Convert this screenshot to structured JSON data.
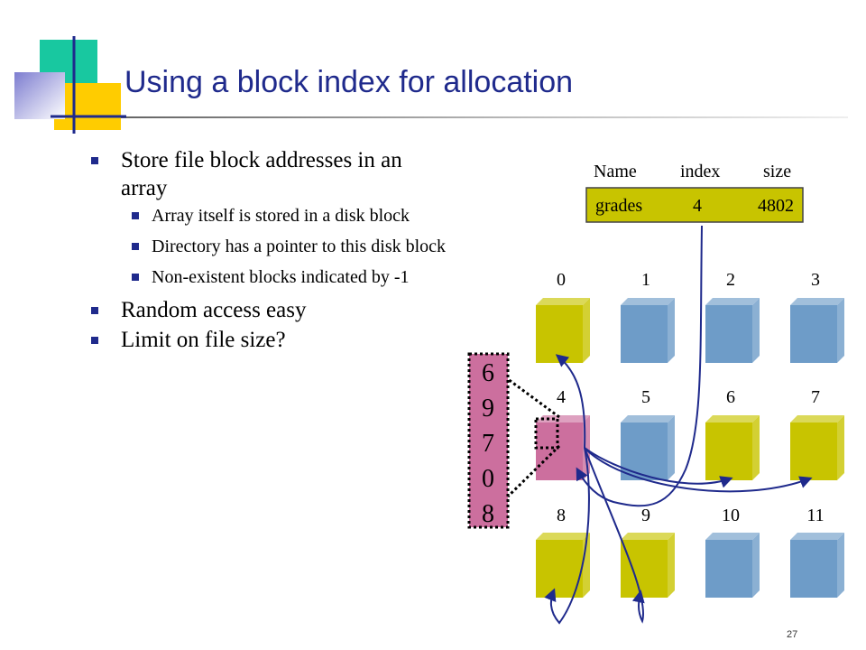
{
  "slide": {
    "title": "Using a block index for allocation",
    "page_number": "27"
  },
  "bullets": [
    {
      "level": 1,
      "text": "Store file block addresses in an array"
    },
    {
      "level": 2,
      "text": "Array itself is stored in a disk block"
    },
    {
      "level": 2,
      "text": "Directory has a pointer to this disk block"
    },
    {
      "level": 2,
      "text": "Non-existent blocks indicated by -1"
    },
    {
      "level": 1,
      "text": "Random access easy"
    },
    {
      "level": 1,
      "text": "Limit on file size?"
    }
  ],
  "directory": {
    "headers": [
      "Name",
      "index",
      "size"
    ],
    "entry": {
      "name": "grades",
      "index": "4",
      "size": "4802"
    }
  },
  "blocks": [
    {
      "id": "0",
      "color": "#c8c400"
    },
    {
      "id": "1",
      "color": "#6e9cc8"
    },
    {
      "id": "2",
      "color": "#6e9cc8"
    },
    {
      "id": "3",
      "color": "#6e9cc8"
    },
    {
      "id": "4",
      "color": "#cc6f9e"
    },
    {
      "id": "5",
      "color": "#6e9cc8"
    },
    {
      "id": "6",
      "color": "#c8c400"
    },
    {
      "id": "7",
      "color": "#c8c400"
    },
    {
      "id": "8",
      "color": "#c8c400"
    },
    {
      "id": "9",
      "color": "#c8c400"
    },
    {
      "id": "10",
      "color": "#6e9cc8"
    },
    {
      "id": "11",
      "color": "#6e9cc8"
    }
  ],
  "index_block": {
    "values": [
      "6",
      "9",
      "7",
      "0",
      "8"
    ],
    "color": "#cc6f9e"
  },
  "colors": {
    "title": "#1f2a8c",
    "directory_fill": "#c8c400",
    "data_block": "#c8c400",
    "free_block": "#6e9cc8",
    "index_block": "#cc6f9e",
    "arrow": "#1f2a8c"
  }
}
